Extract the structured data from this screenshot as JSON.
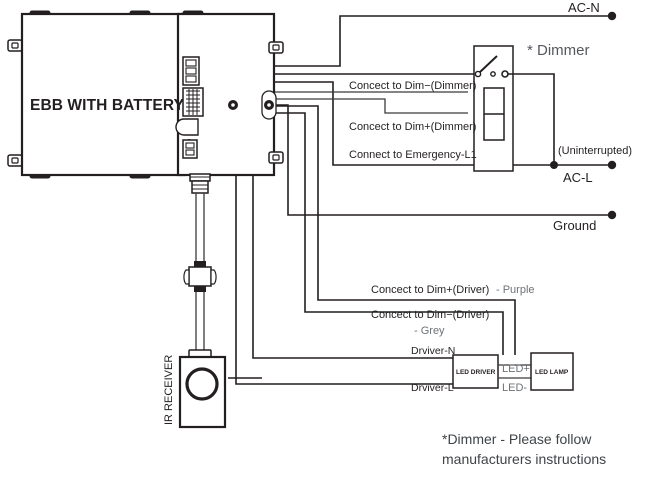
{
  "diagram": {
    "title": "EBB with Battery Emergency Lighting Wiring Diagram",
    "type": "wiring-diagram"
  },
  "components": {
    "ebb": {
      "label": "EBB WITH BATTERY",
      "name": "ebb-with-battery-unit"
    },
    "ir_receiver": {
      "label": "IR RECEIVER",
      "name": "ir-receiver-unit"
    },
    "led_driver": {
      "label": "LED DRIVER",
      "name": "led-driver-box"
    },
    "led_lamp": {
      "label": "LED LAMP",
      "name": "led-lamp-box"
    },
    "dimmer": {
      "label": "* Dimmer",
      "name": "dimmer-switch-module"
    }
  },
  "terminals": {
    "ac_n": "AC-N",
    "ac_l": "AC-L",
    "ac_l_note": "(Uninterrupted)",
    "ground": "Ground"
  },
  "wire_labels": {
    "dim_minus_dimmer": "Concect to Dim−(Dimmer)",
    "dim_plus_dimmer": "Concect to Dim+(Dimmer)",
    "emergency_l1": "Connect to Emergency-L1",
    "dim_plus_driver": "Concect to Dim+(Driver)",
    "dim_plus_driver_color": "- Purple",
    "dim_minus_driver": "Concect to Dim−(Driver)",
    "dim_minus_driver_color": "- Grey",
    "driver_n": "Drviver-N",
    "driver_l": "Drviver-L",
    "led_plus": "LED+",
    "led_minus": "LED-"
  },
  "footnote": {
    "line1": "*Dimmer - Please follow",
    "line2": "manufacturers instructions"
  },
  "colors": {
    "line": "#231f20",
    "grey_text": "#6d7278",
    "note_text": "#3f4448",
    "panel": "#f2f2f2",
    "background": "#ffffff"
  }
}
